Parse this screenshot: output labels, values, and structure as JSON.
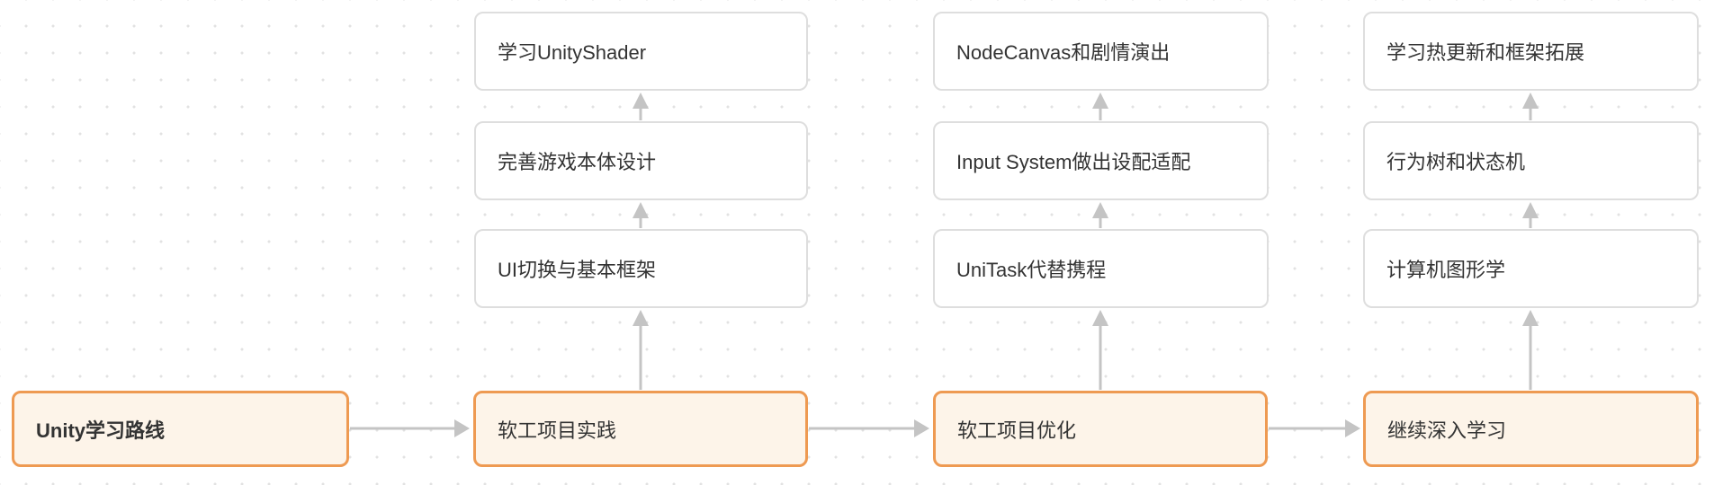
{
  "diagram": {
    "root": {
      "label": "Unity学习路线"
    },
    "stages": [
      {
        "label": "软工项目实践",
        "steps": [
          "UI切换与基本框架",
          "完善游戏本体设计",
          "学习UnityShader"
        ]
      },
      {
        "label": "软工项目优化",
        "steps": [
          "UniTask代替携程",
          "Input System做出设配适配",
          "NodeCanvas和剧情演出"
        ]
      },
      {
        "label": "继续深入学习",
        "steps": [
          "计算机图形学",
          "行为树和状态机",
          "学习热更新和框架拓展"
        ]
      }
    ],
    "colors": {
      "highlight_border": "#EE9A52",
      "highlight_fill": "#FDF4E9",
      "node_border": "#DEDEDE",
      "node_fill": "#FFFFFF",
      "connector": "#C4C4C4",
      "text": "#333333",
      "background_dot": "#E2E2E2"
    }
  }
}
